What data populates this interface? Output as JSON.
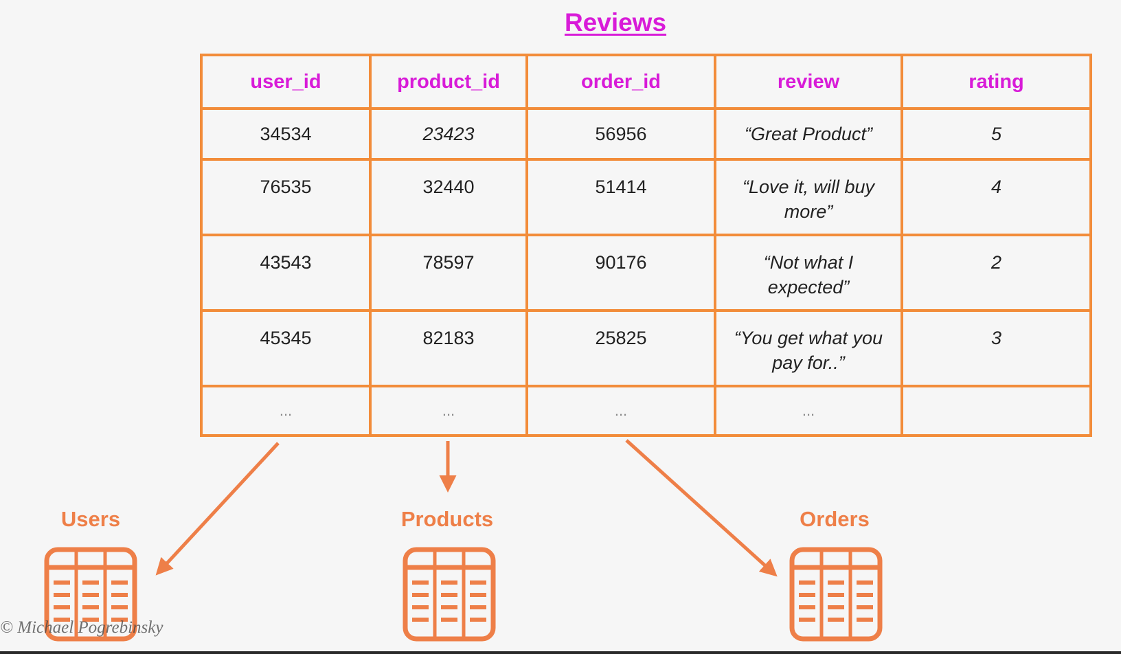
{
  "title": "Reviews",
  "table": {
    "headers": [
      "user_id",
      "product_id",
      "order_id",
      "review",
      "rating"
    ],
    "rows": [
      [
        "34534",
        "23423",
        "56956",
        "“Great Product”",
        "5"
      ],
      [
        "76535",
        "32440",
        "51414",
        "“Love it, will buy more”",
        "4"
      ],
      [
        "43543",
        "78597",
        "90176",
        "“Not what I expected”",
        "2"
      ],
      [
        "45345",
        "82183",
        "25825",
        "“You get what you pay for..”",
        "3"
      ],
      [
        "...",
        "...",
        "...",
        "...",
        ""
      ]
    ]
  },
  "entities": {
    "users": {
      "label": "Users",
      "icon": "table-icon"
    },
    "products": {
      "label": "Products",
      "icon": "table-icon"
    },
    "orders": {
      "label": "Orders",
      "icon": "table-icon"
    }
  },
  "colors": {
    "accent_orange": "#ee7f48",
    "table_border": "#f28c3a",
    "header_magenta": "#d81bd8"
  },
  "copyright": "© Michael Pogrebinsky"
}
